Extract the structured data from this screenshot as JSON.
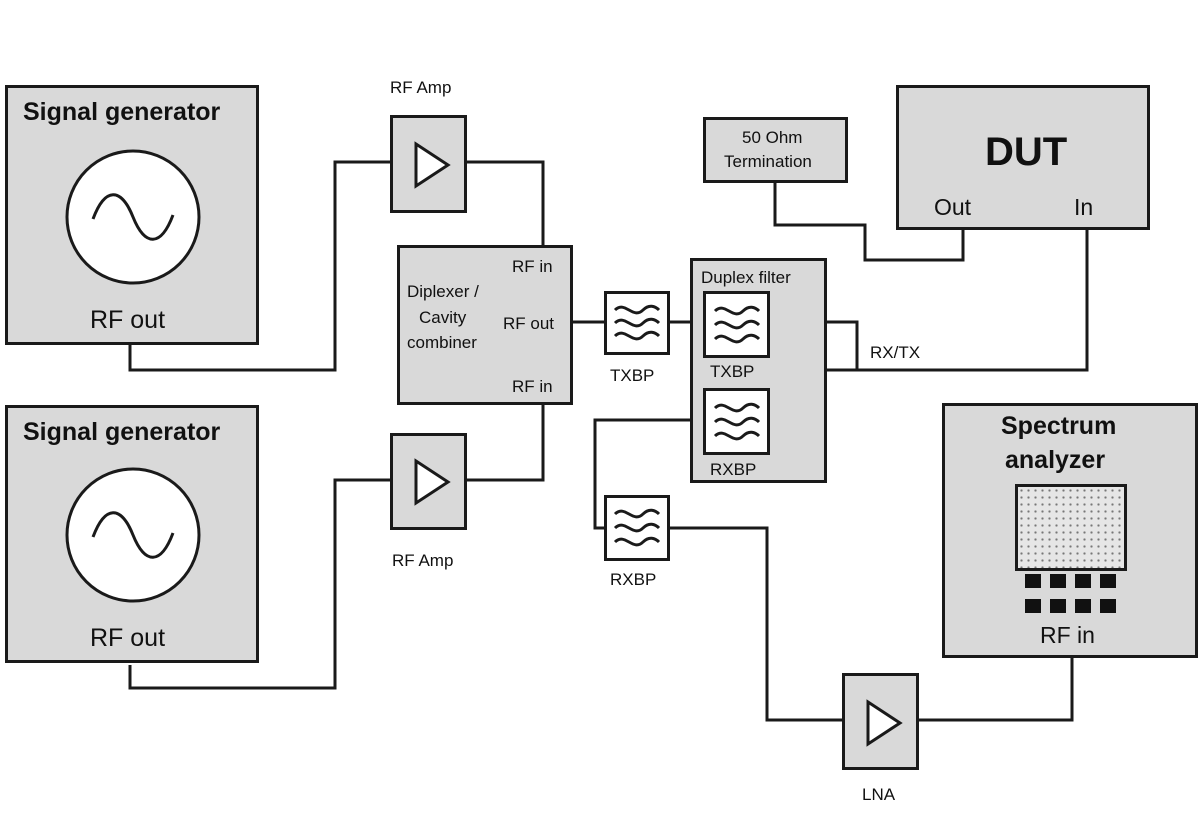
{
  "signal_generator_1": {
    "title": "Signal generator",
    "port": "RF out"
  },
  "signal_generator_2": {
    "title": "Signal generator",
    "port": "RF out"
  },
  "rf_amp_top": {
    "label": "RF Amp"
  },
  "rf_amp_bottom": {
    "label": "RF Amp"
  },
  "diplexer": {
    "title_line1": "Diplexer /",
    "title_line2": "Cavity",
    "title_line3": "combiner",
    "rf_in_top": "RF in",
    "rf_out": "RF out",
    "rf_in_bottom": "RF in"
  },
  "txbp_filter": {
    "label": "TXBP"
  },
  "duplex_filter": {
    "title": "Duplex filter",
    "txbp": "TXBP",
    "rxbp": "RXBP"
  },
  "rxbp_filter": {
    "label": "RXBP"
  },
  "termination": {
    "line1": "50 Ohm",
    "line2": "Termination"
  },
  "dut": {
    "title": "DUT",
    "out": "Out",
    "in": "In"
  },
  "rxtx_label": "RX/TX",
  "spectrum_analyzer": {
    "title_line1": "Spectrum",
    "title_line2": "analyzer",
    "port": "RF in"
  },
  "lna": {
    "label": "LNA"
  },
  "colors": {
    "box_fill": "#d9d9d9",
    "line": "#1a1a1a",
    "screen": "#e6e6e6"
  }
}
